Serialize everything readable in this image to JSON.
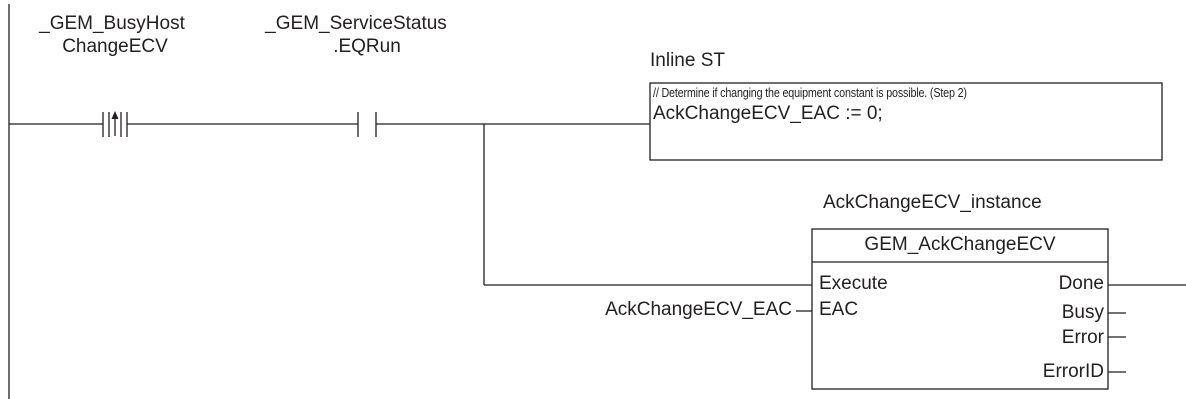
{
  "contacts": {
    "busy_host": {
      "line1": "_GEM_BusyHost",
      "line2": "ChangeECV"
    },
    "service_status": {
      "line1": "_GEM_ServiceStatus",
      "line2": ".EQRun"
    }
  },
  "inline_st": {
    "title": "Inline ST",
    "comment": "// Determine if changing the equipment constant is possible. (Step 2)",
    "code": "AckChangeECV_EAC := 0;"
  },
  "function_block": {
    "instance_name": "AckChangeECV_instance",
    "type_name": "GEM_AckChangeECV",
    "inputs": [
      "Execute",
      "EAC"
    ],
    "outputs": [
      "Done",
      "Busy",
      "Error",
      "ErrorID"
    ],
    "eac_variable": "AckChangeECV_EAC"
  }
}
